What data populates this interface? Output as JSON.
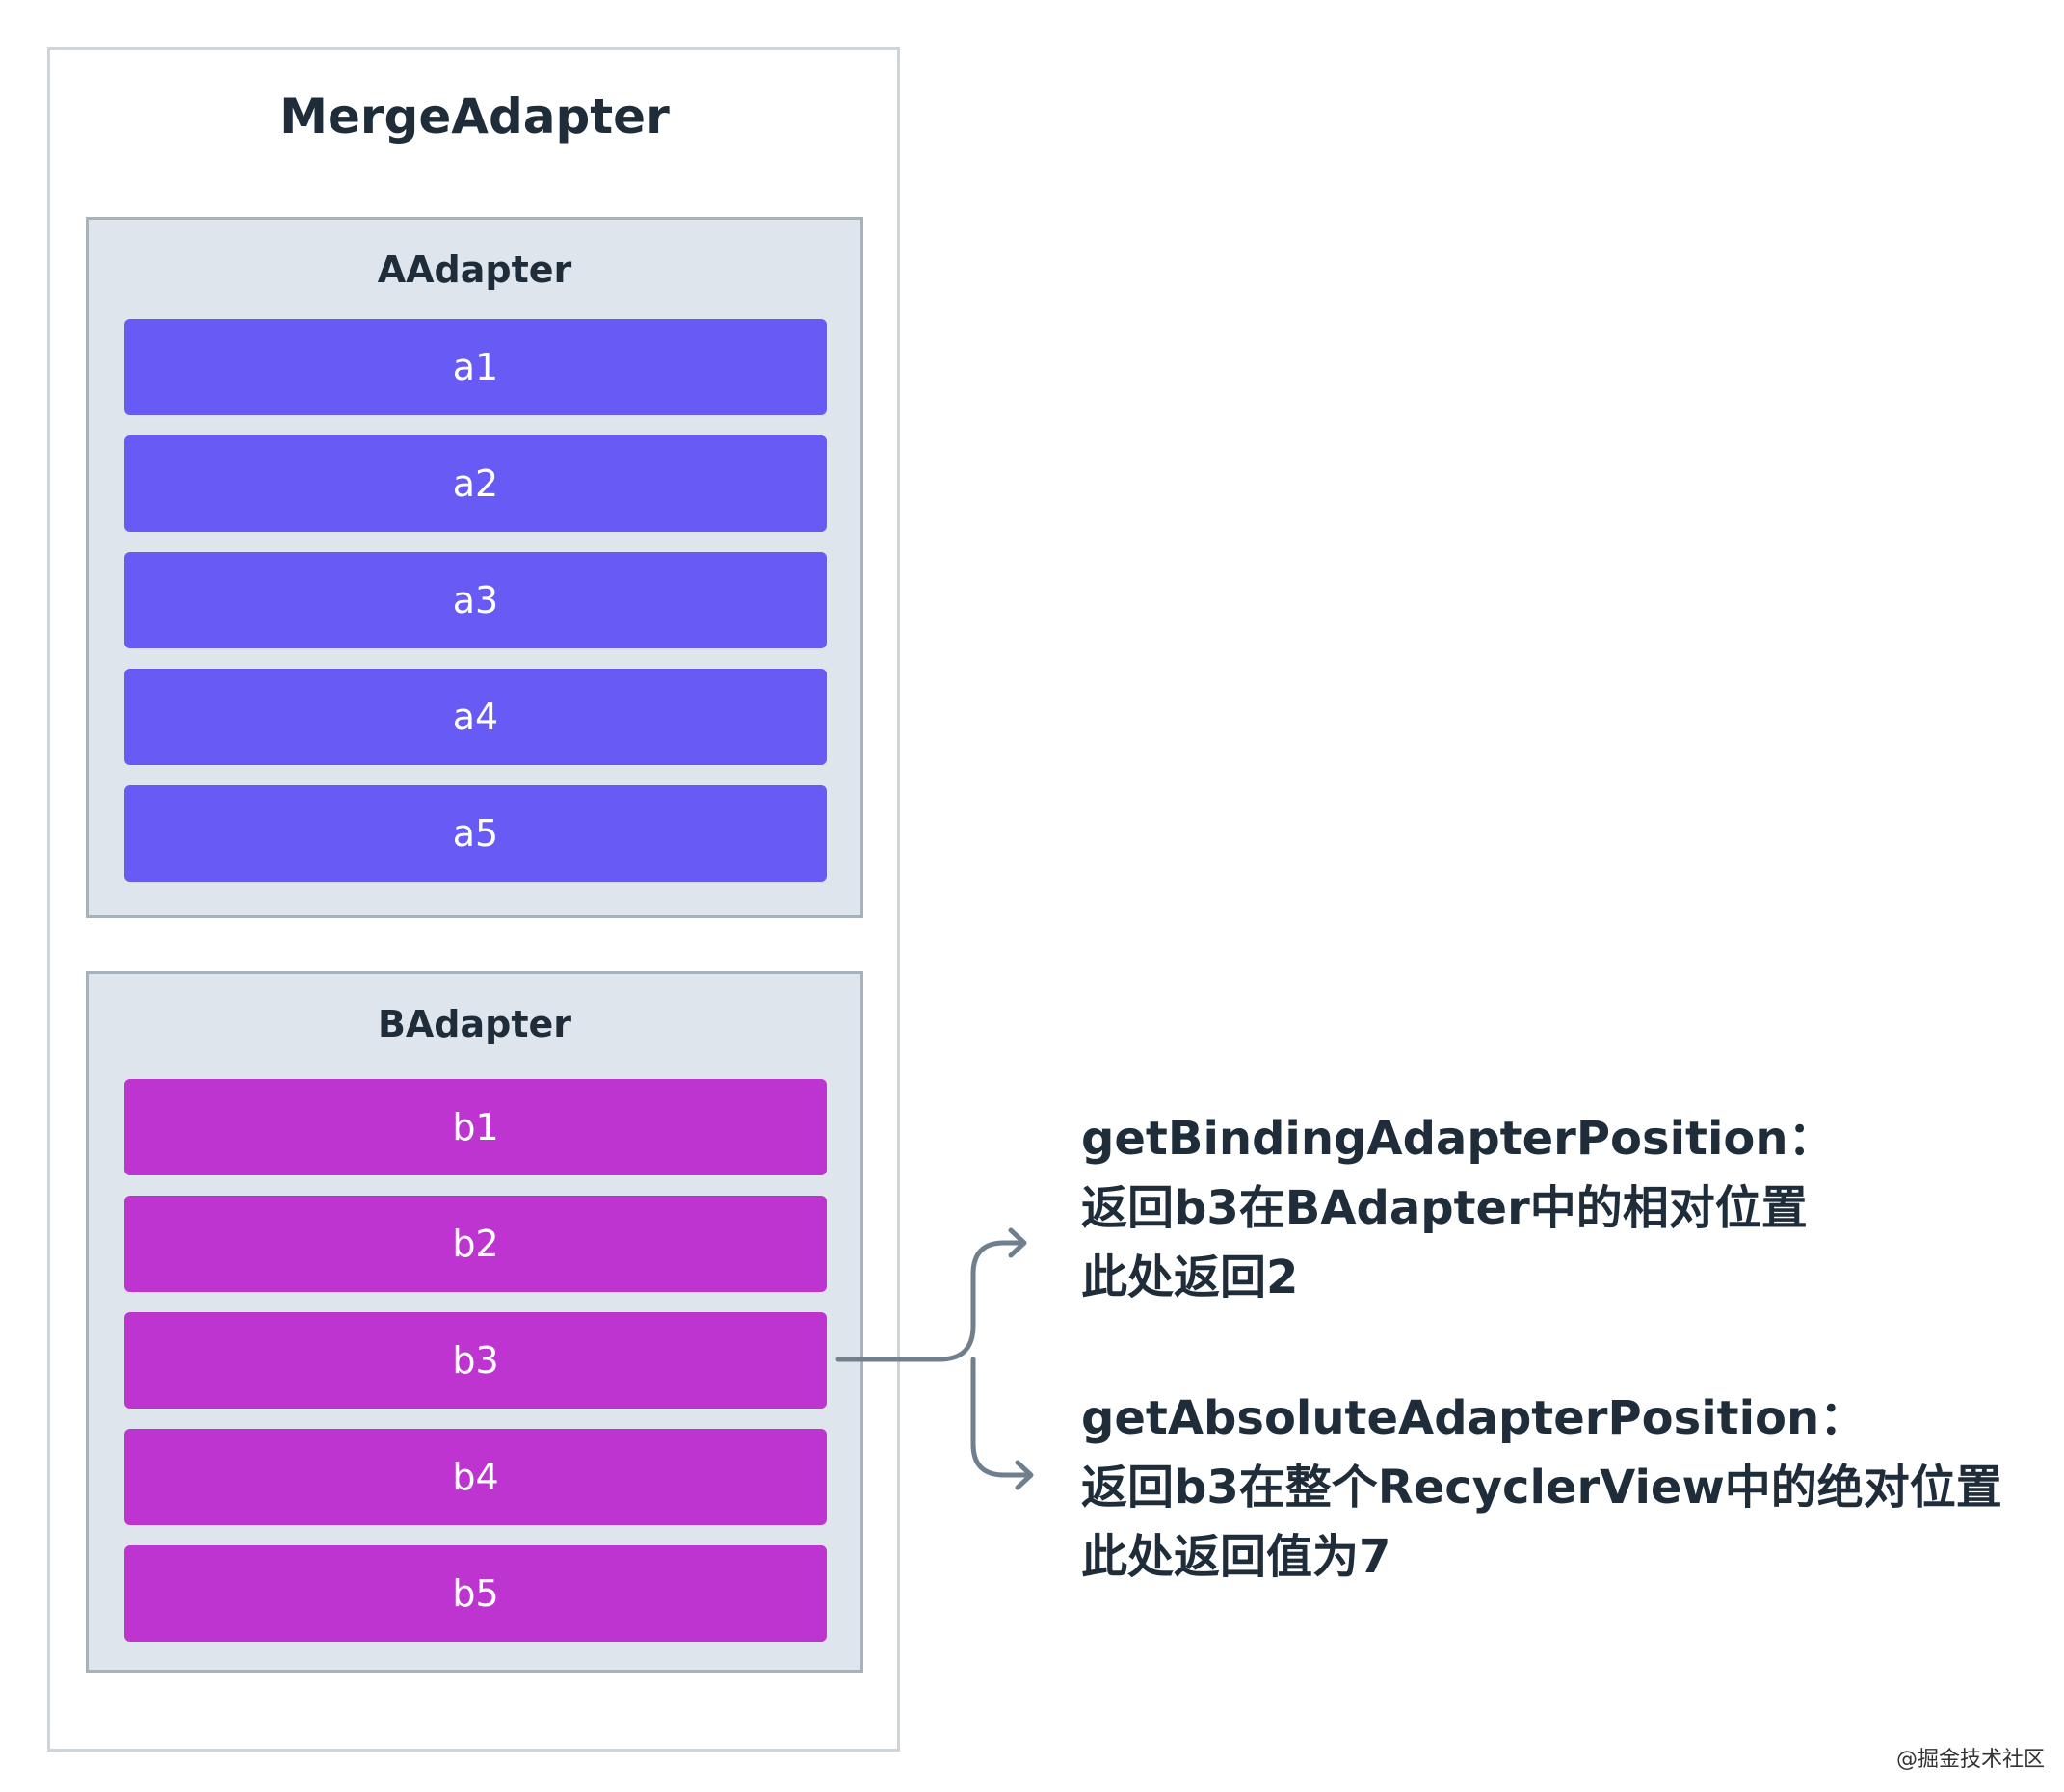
{
  "merge_adapter": {
    "title": "MergeAdapter",
    "adapters": [
      {
        "title": "AAdapter",
        "color": "#675af5",
        "items": [
          "a1",
          "a2",
          "a3",
          "a4",
          "a5"
        ]
      },
      {
        "title": "BAdapter",
        "color": "#bd34d1",
        "items": [
          "b1",
          "b2",
          "b3",
          "b4",
          "b5"
        ]
      }
    ]
  },
  "notes": {
    "binding": {
      "line1": "getBindingAdapterPosition：",
      "line2": "返回b3在BAdapter中的相对位置",
      "line3": "此处返回2"
    },
    "absolute": {
      "line1": "getAbsoluteAdapterPosition：",
      "line2": "返回b3在整个RecyclerView中的绝对位置",
      "line3": "此处返回值为7"
    }
  },
  "watermark": "@掘金技术社区",
  "colors": {
    "outer_border": "#ccd5dc",
    "adapter_fill": "#dfe5ed",
    "adapter_border": "#a8b2bd",
    "connector": "#6f7f8d",
    "text": "#1f2d3a"
  }
}
